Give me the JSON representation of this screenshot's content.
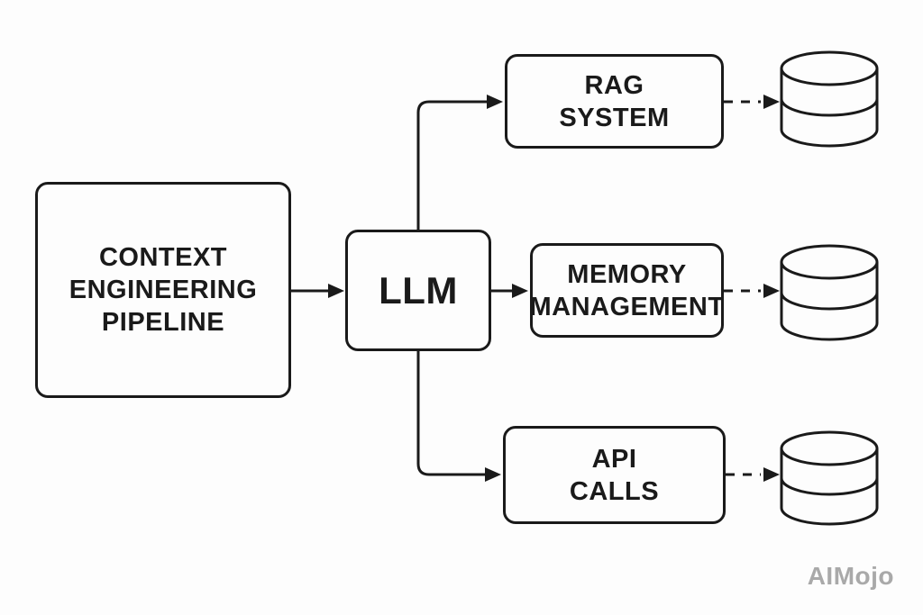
{
  "diagram": {
    "nodes": {
      "pipeline": {
        "lines": [
          "CONTEXT",
          "ENGINEERING",
          "PIPELINE"
        ]
      },
      "llm": {
        "label": "LLM"
      },
      "rag": {
        "lines": [
          "RAG",
          "SYSTEM"
        ]
      },
      "memory": {
        "lines": [
          "MEMORY",
          "MANAGEMENT"
        ]
      },
      "api": {
        "lines": [
          "API",
          "CALLS"
        ]
      }
    },
    "icons": {
      "rag_datastore": "database-icon",
      "memory_datastore": "database-icon",
      "api_datastore": "database-icon"
    },
    "connections": {
      "pipeline_to_llm": "solid-arrow",
      "llm_to_rag": "solid-arrow",
      "llm_to_memory": "solid-arrow",
      "llm_to_api": "solid-arrow",
      "rag_to_datastore": "dashed-arrow",
      "memory_to_datastore": "dashed-arrow",
      "api_to_datastore": "dashed-arrow"
    },
    "colors": {
      "line": "#1a1a1a",
      "background": "#fdfdfd",
      "watermark": "#a9a9a9"
    },
    "watermark": "AIMojo"
  }
}
